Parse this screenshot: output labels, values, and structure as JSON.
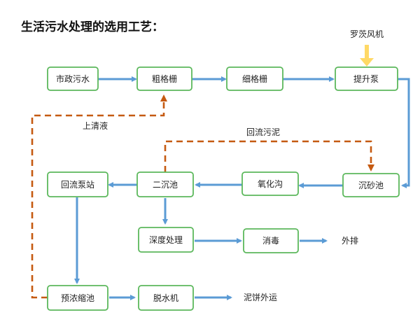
{
  "title": "生活污水处理的选用工艺：",
  "nodes": {
    "municipal_sewage": "市政污水",
    "coarse_screen": "粗格栅",
    "fine_screen": "细格栅",
    "lift_pump": "提升泵",
    "grit_chamber": "沉砂池",
    "oxidation_ditch": "氧化沟",
    "secondary_clarifier": "二沉池",
    "return_pump_station": "回流泵站",
    "advanced_treatment": "深度处理",
    "disinfection": "消毒",
    "thickener": "预浓缩池",
    "dewatering": "脱水机"
  },
  "labels": {
    "roots_blower": "罗茨风机",
    "supernatant": "上清液",
    "return_sludge": "回流污泥",
    "discharge": "外排",
    "cake_disposal": "泥饼外运"
  },
  "colors": {
    "box_border": "#5cb85c",
    "flow_arrow": "#5b9bd5",
    "recycle_dashed": "#c55a11",
    "blower_arrow": "#ffd966"
  }
}
